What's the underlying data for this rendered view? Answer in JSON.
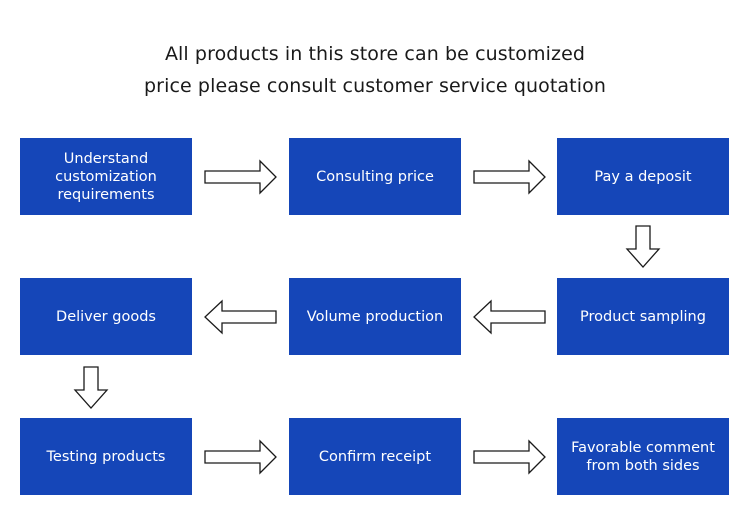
{
  "heading": {
    "line1": "All products in this store can be customized",
    "line2": "price please consult customer service quotation"
  },
  "steps": [
    "Understand customization requirements",
    "Consulting price",
    "Pay a deposit",
    "Product sampling",
    "Volume production",
    "Deliver goods",
    "Testing products",
    "Confirm receipt",
    "Favorable comment from both sides"
  ],
  "colors": {
    "box": "#1546b8",
    "box_text": "#ffffff",
    "heading_text": "#1a1a1a",
    "arrow_fill": "#ffffff",
    "arrow_stroke": "#1a1a1a"
  }
}
